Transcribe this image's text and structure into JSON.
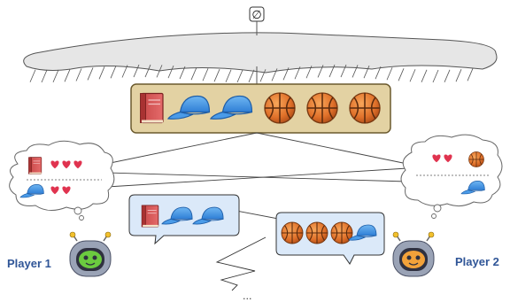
{
  "title_symbol": "∅",
  "items": {
    "book": "book-icon",
    "hat": "hat-icon",
    "ball": "basketball-icon",
    "heart": "heart-icon"
  },
  "pool": [
    "book",
    "hat",
    "hat",
    "ball",
    "ball",
    "ball"
  ],
  "player1": {
    "label": "Player 1",
    "values": [
      {
        "item": "book",
        "hearts": 3
      },
      {
        "item": "hat",
        "hearts": 2
      }
    ]
  },
  "player2": {
    "label": "Player 2",
    "values": [
      {
        "item": "ball",
        "hearts": 2
      },
      {
        "item": "hat",
        "hearts": 0
      }
    ]
  },
  "proposal1": [
    "book",
    "hat",
    "hat"
  ],
  "proposal2": [
    "ball",
    "ball",
    "ball",
    "hat"
  ],
  "continuation": "..."
}
